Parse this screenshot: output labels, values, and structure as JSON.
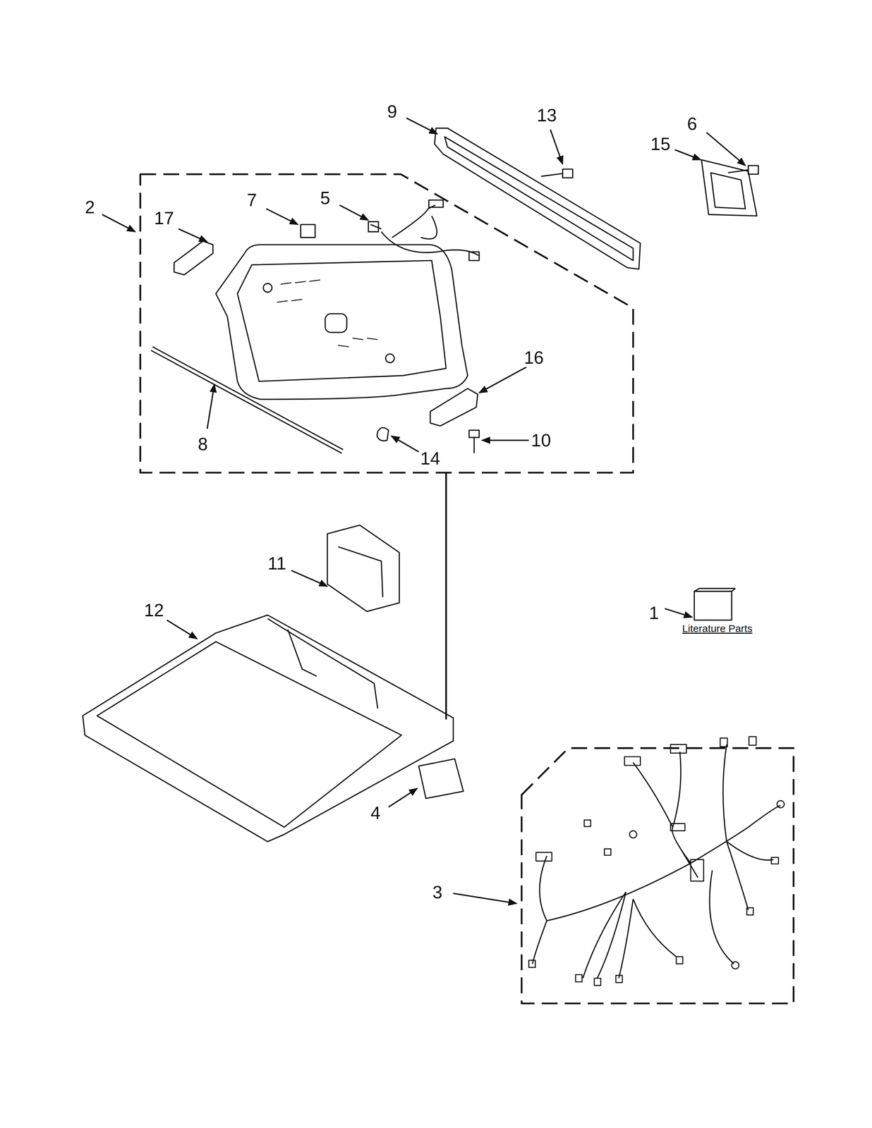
{
  "diagram": {
    "labels": [
      "9",
      "13",
      "6",
      "15",
      "2",
      "17",
      "7",
      "5",
      "16",
      "10",
      "8",
      "14",
      "11",
      "12",
      "1",
      "Literature Parts",
      "4",
      "3"
    ]
  }
}
